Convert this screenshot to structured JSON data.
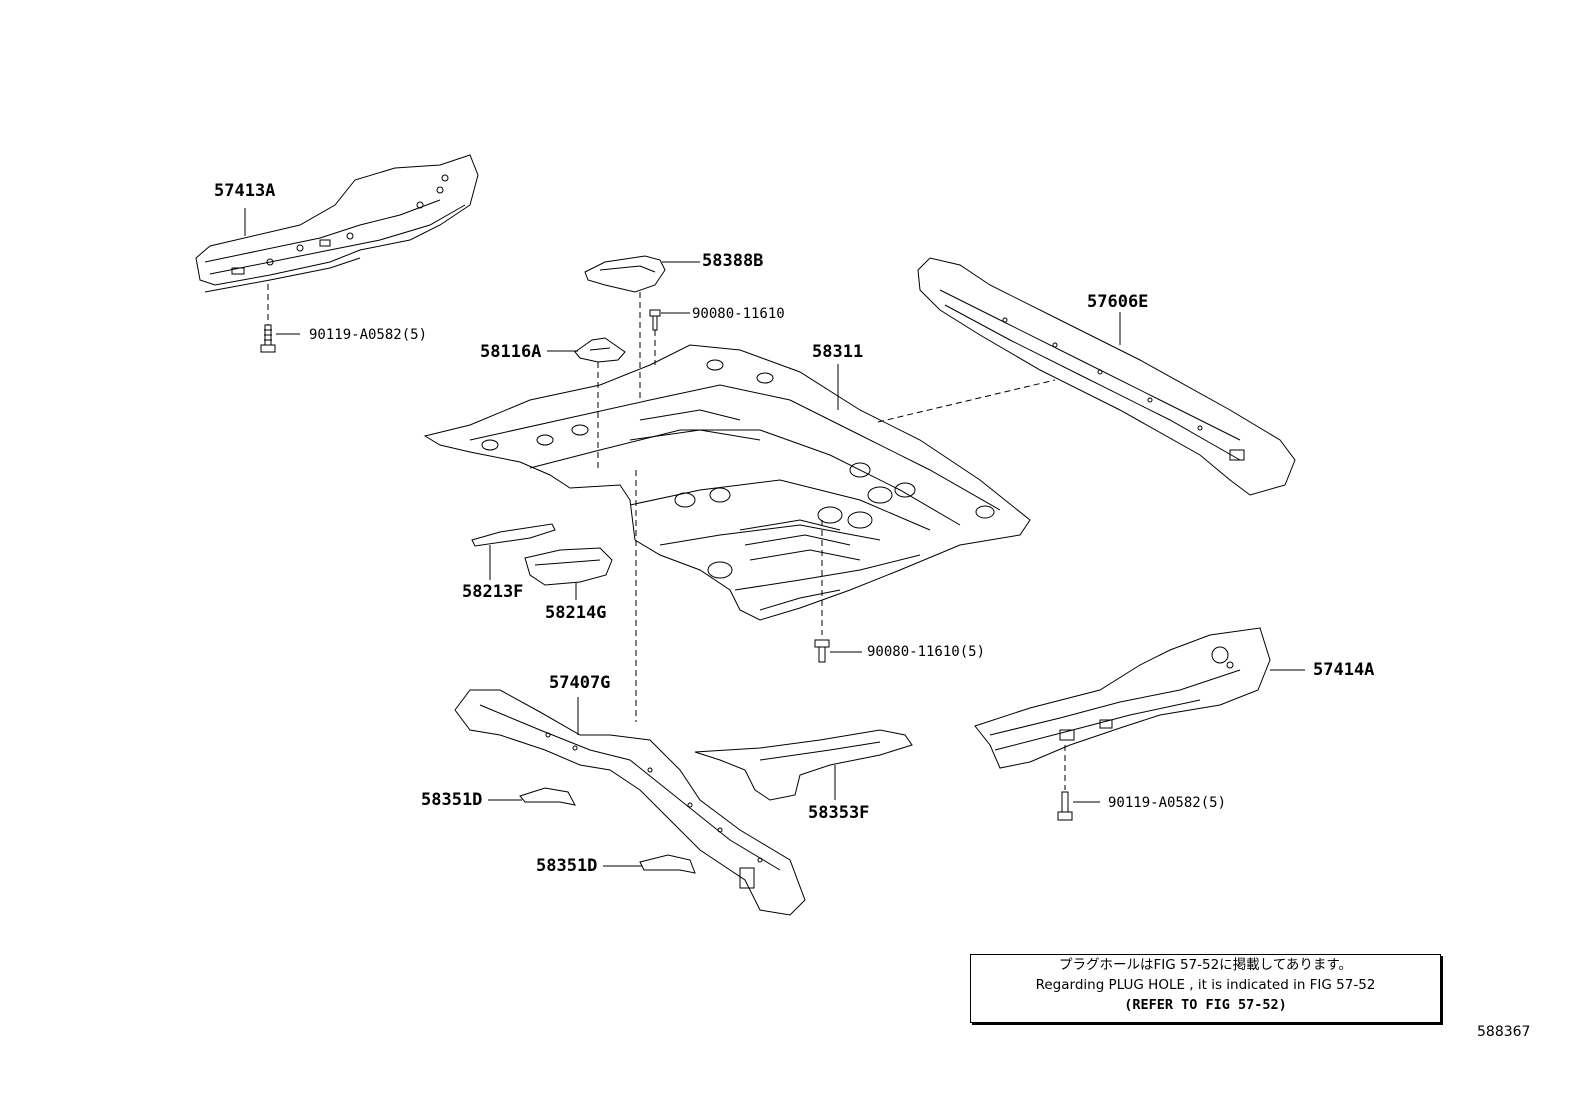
{
  "labels": {
    "p57413A": "57413A",
    "p58388B": "58388B",
    "p57606E": "57606E",
    "p90080_11610_a": "90080-11610",
    "p90119_A0582_top": "90119-A0582(5)",
    "p58116A": "58116A",
    "p58311": "58311",
    "p58213F": "58213F",
    "p58214G": "58214G",
    "p90080_11610_5": "90080-11610(5)",
    "p57414A": "57414A",
    "p57407G": "57407G",
    "p58351D_a": "58351D",
    "p58351D_b": "58351D",
    "p58353F": "58353F",
    "p90119_A0582_bottom": "90119-A0582(5)"
  },
  "note": {
    "line_jp": "プラグホールはFIG 57-52に掲載してあります。",
    "line_en": "Regarding  PLUG  HOLE , it is indicated in  FIG  57-52",
    "line_refer": "(REFER TO FIG 57-52)"
  },
  "figure_id": "588367"
}
